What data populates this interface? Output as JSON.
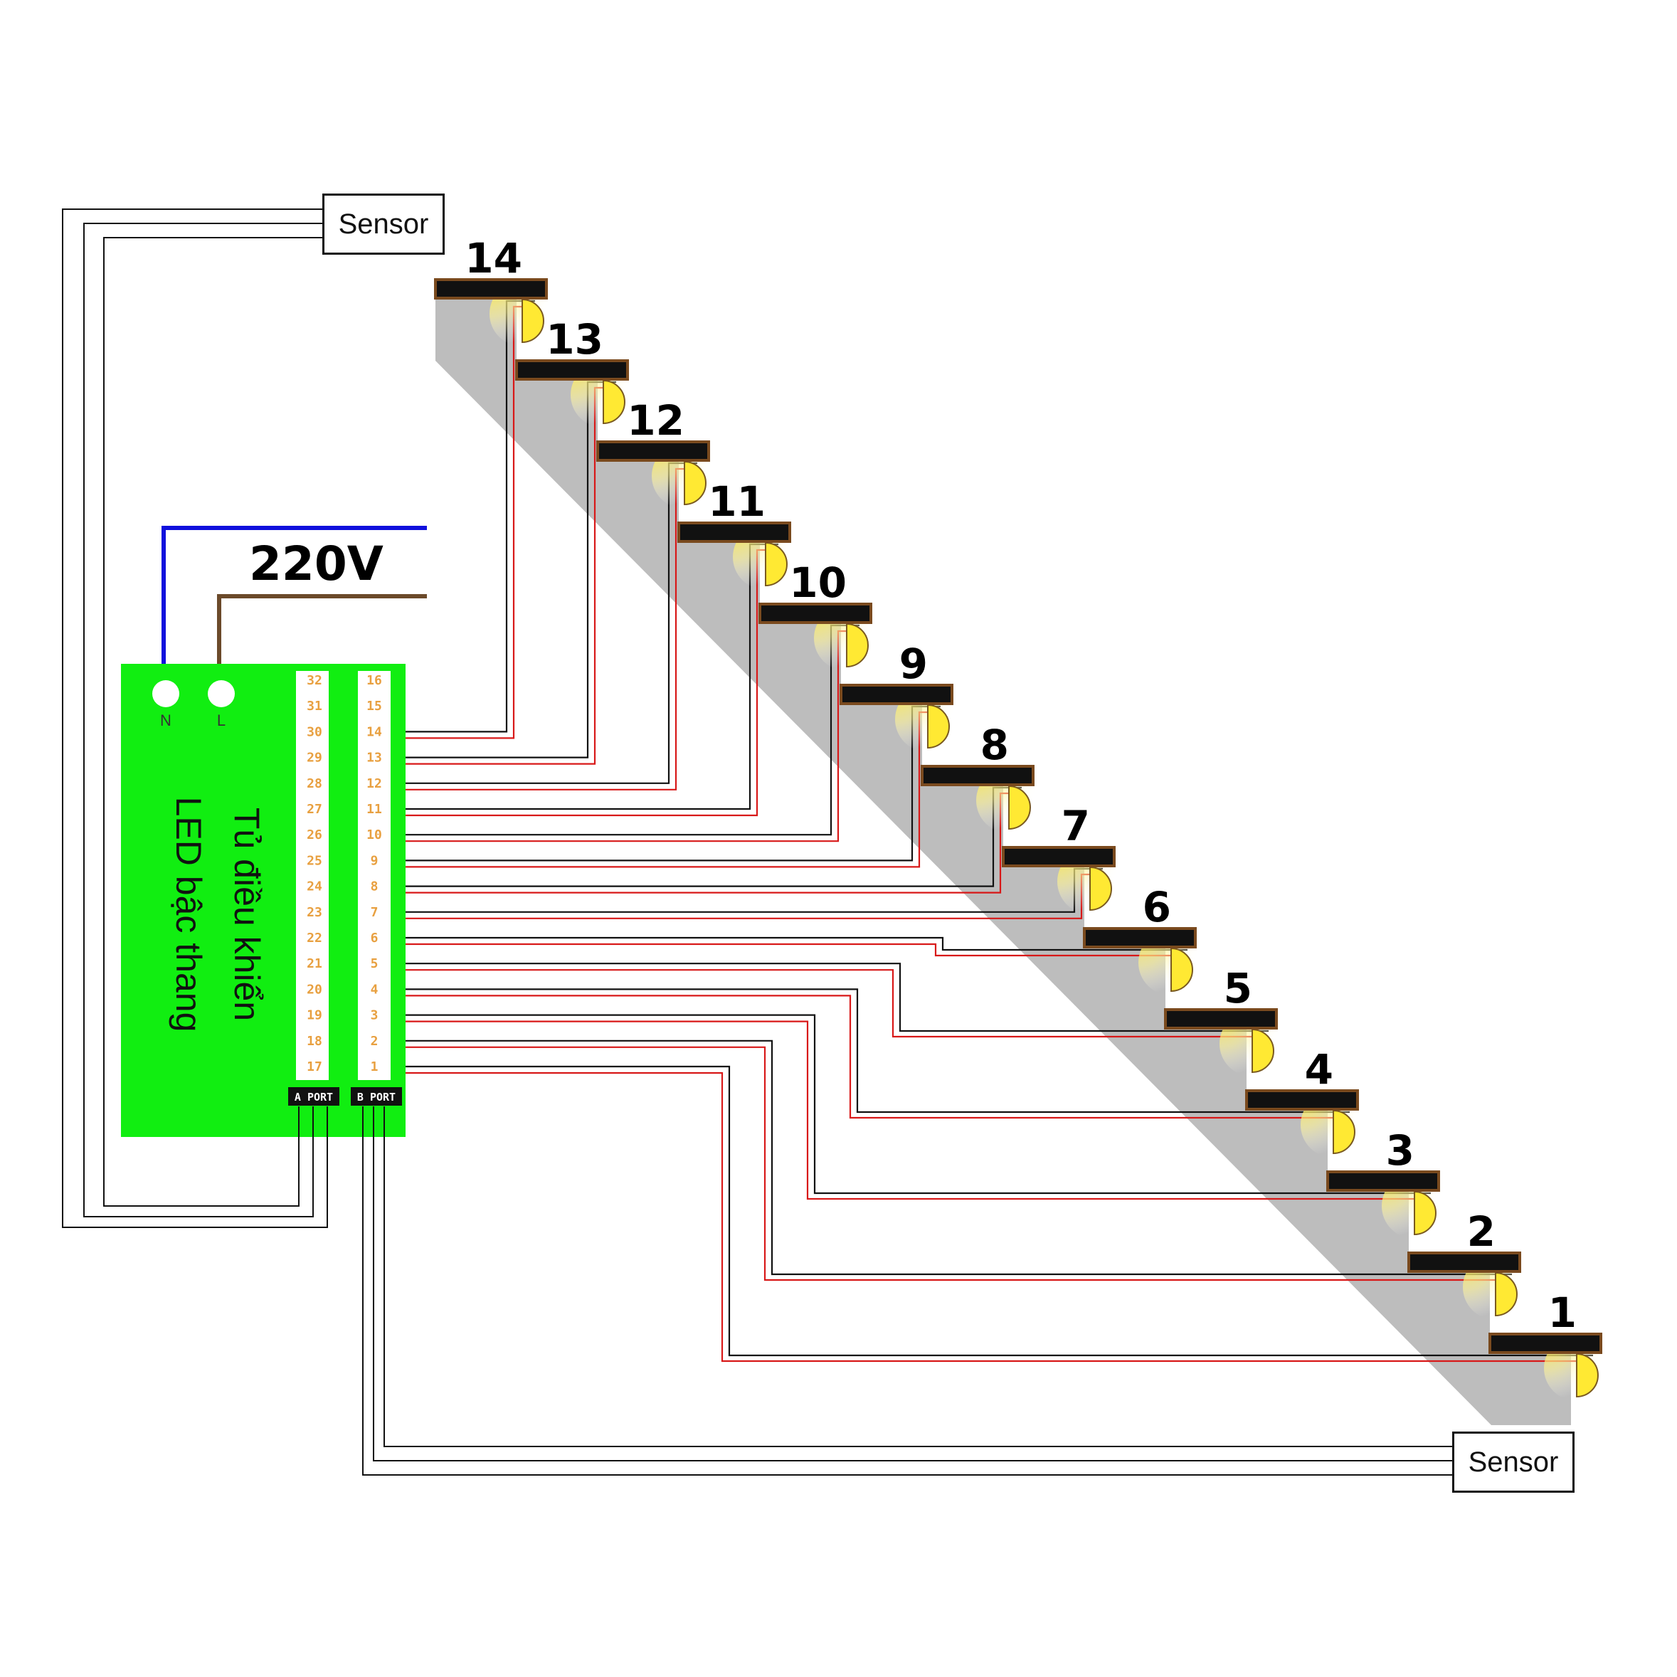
{
  "sensor_top": "Sensor",
  "sensor_bottom": "Sensor",
  "voltage": "220V",
  "controller": {
    "title_line1": "Tủ điều khiển",
    "title_line2": "LED bậc thang",
    "terminal_n": "N",
    "terminal_l": "L",
    "port_a": "A PORT",
    "port_b": "B PORT",
    "col_a_numbers": [
      "32",
      "31",
      "30",
      "29",
      "28",
      "27",
      "26",
      "25",
      "24",
      "23",
      "22",
      "21",
      "20",
      "19",
      "18",
      "17"
    ],
    "col_b_numbers": [
      "16",
      "15",
      "14",
      "13",
      "12",
      "11",
      "10",
      "9",
      "8",
      "7",
      "6",
      "5",
      "4",
      "3",
      "2",
      "1"
    ]
  },
  "steps": [
    "14",
    "13",
    "12",
    "11",
    "10",
    "9",
    "8",
    "7",
    "6",
    "5",
    "4",
    "3",
    "2",
    "1"
  ],
  "colors": {
    "board": "#11ee11",
    "neutral_wire": "#1010dd",
    "live_wire": "#6b4a2a",
    "signal_wire": "#d81818",
    "stair_shadow": "#bdbdbd",
    "led_glow": "#ffe933",
    "terminal_number": "#e8a040"
  }
}
